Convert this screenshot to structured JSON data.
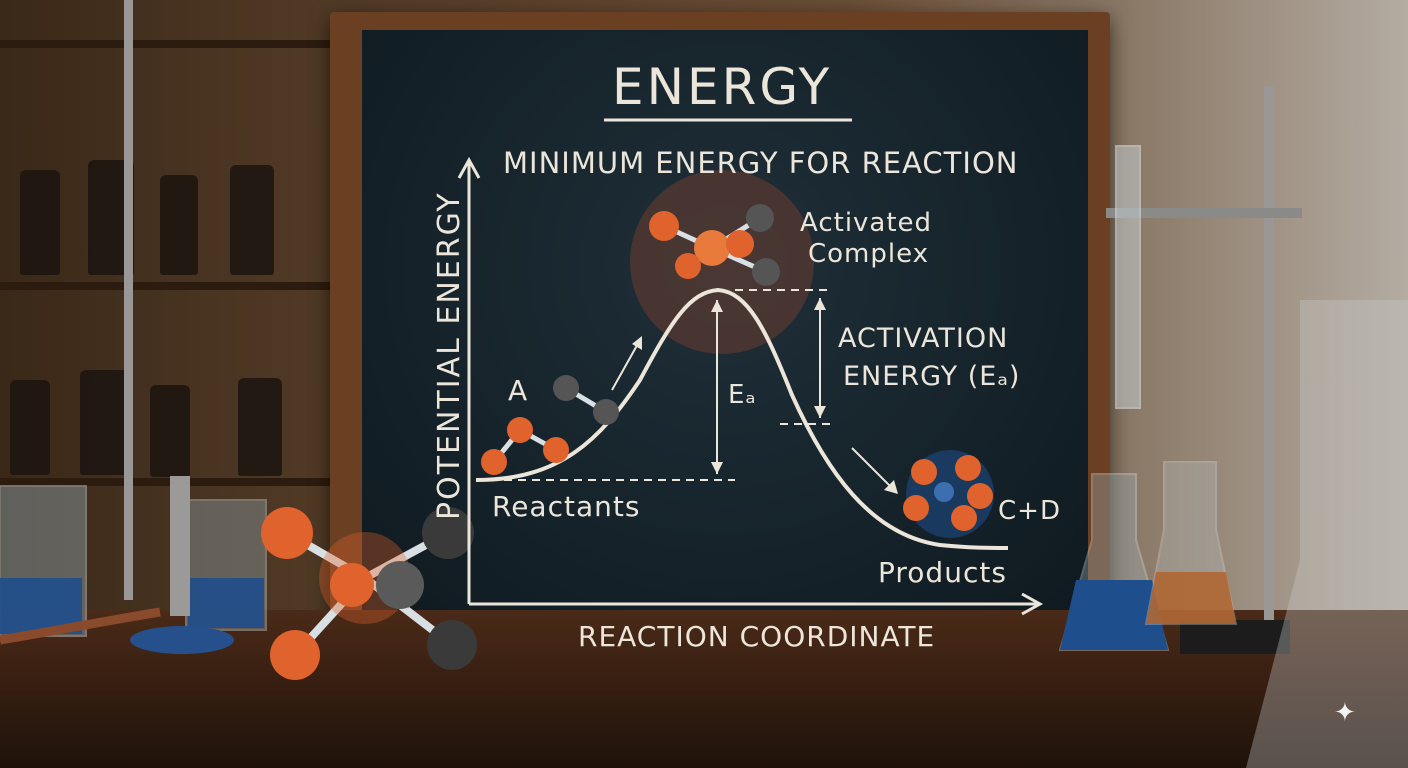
{
  "board": {
    "title": "ENERGY",
    "subtitle": "MINIMUM ENERGY FOR REACTION",
    "y_axis_label": "POTENTIAL ENERGY",
    "x_axis_label": "REACTION COORDINATE",
    "label_a": "A",
    "label_reactants": "Reactants",
    "label_activated_line1": "Activated",
    "label_activated_line2": "Complex",
    "label_activation_line1": "ACTIVATION",
    "label_activation_line2": "ENERGY (Eₐ)",
    "label_ea": "Eₐ",
    "label_cd": "C+D",
    "label_products": "Products"
  },
  "watermark": {
    "icon": "sparkle-icon",
    "glyph": "✦"
  },
  "colors": {
    "chalkboard": "#15222a",
    "chalk": "#ece6da",
    "atom_orange": "#e0622c",
    "atom_gray": "#4a4a4a",
    "liquid_blue": "#1f4e8c",
    "wood_frame": "#6b3f22"
  }
}
